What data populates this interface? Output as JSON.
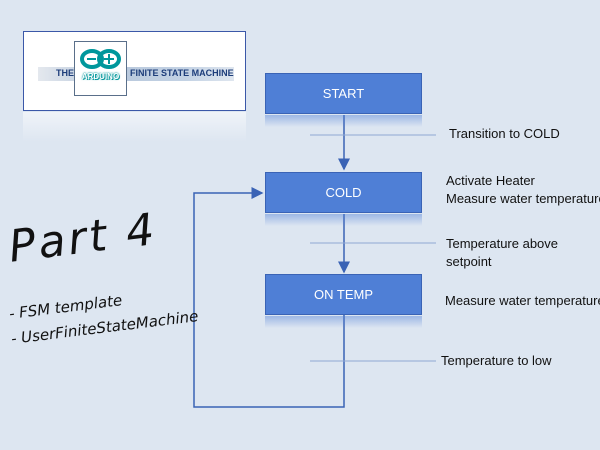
{
  "logo": {
    "prefix": "THE",
    "brand": "ARDUINO",
    "suffix": "FINITE STATE MACHINE"
  },
  "states": {
    "start": "START",
    "cold": "COLD",
    "on_temp": "ON TEMP"
  },
  "transitions": {
    "to_cold": "Transition to COLD",
    "above_line1": "Temperature above",
    "above_line2": "setpoint",
    "to_low": "Temperature to low"
  },
  "actions": {
    "cold_line1": "Activate Heater",
    "cold_line2": "Measure water temperature",
    "on_temp_line1": "Measure water temperature"
  },
  "handwritten": {
    "title": "Part 4",
    "bullet1": "- FSM template",
    "bullet2": "- UserFiniteStateMachine"
  },
  "colors": {
    "state_fill": "#4f7fd6",
    "arrow": "#3a63b5",
    "background": "#dde6f1"
  }
}
